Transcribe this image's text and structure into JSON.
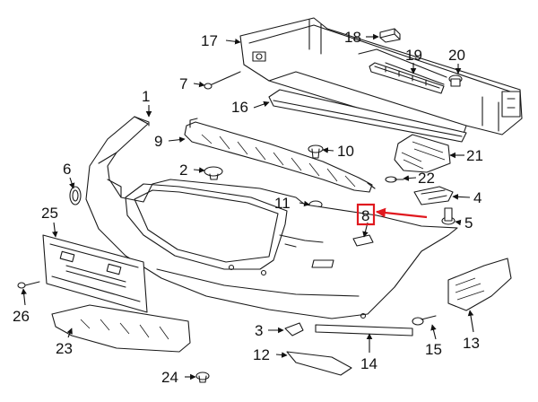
{
  "callouts": {
    "c1": "1",
    "c2": "2",
    "c3": "3",
    "c4": "4",
    "c5": "5",
    "c6": "6",
    "c7": "7",
    "c8": "8",
    "c9": "9",
    "c10": "10",
    "c11": "11",
    "c12": "12",
    "c13": "13",
    "c14": "14",
    "c15": "15",
    "c16": "16",
    "c17": "17",
    "c18": "18",
    "c19": "19",
    "c20": "20",
    "c21": "21",
    "c22": "22",
    "c23": "23",
    "c24": "24",
    "c25": "25",
    "c26": "26"
  },
  "highlight": {
    "color": "#e0191f",
    "callout": "8"
  }
}
